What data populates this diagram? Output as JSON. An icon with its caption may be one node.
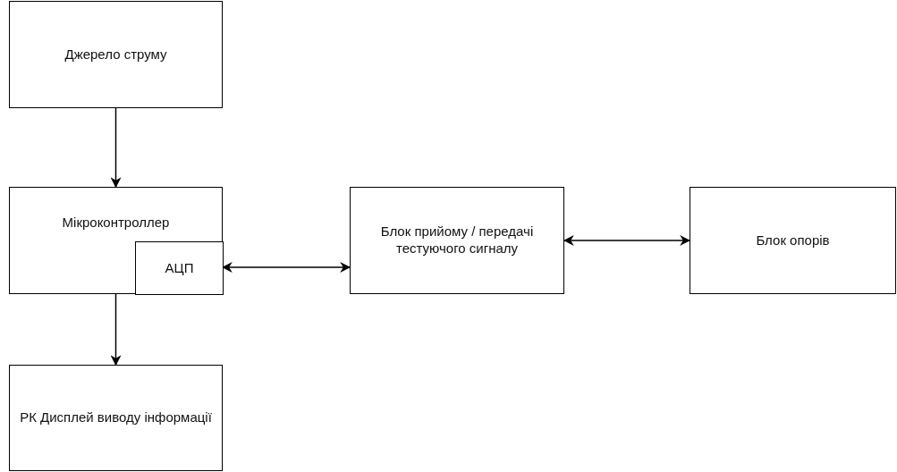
{
  "diagram": {
    "nodes": [
      {
        "text": [
          "Джерело струму"
        ]
      },
      {
        "text": [
          "Мікроконтроллер"
        ]
      },
      {
        "text": [
          "АЦП"
        ],
        "in": 1
      },
      {
        "text": [
          "Блок прийому / передачі тестуючого сигналу"
        ]
      },
      {
        "text": [
          "Блок опорів"
        ]
      },
      {
        "text": [
          "РК Дисплей виводу інформації"
        ]
      }
    ],
    "edges": [
      {
        "from": 0,
        "to": 1,
        "arrow": "to"
      },
      {
        "from": 2,
        "to": 3,
        "arrow": "both"
      },
      {
        "from": 3,
        "to": 4,
        "arrow": "both"
      },
      {
        "from": 1,
        "to": 5,
        "arrow": "to"
      }
    ]
  }
}
